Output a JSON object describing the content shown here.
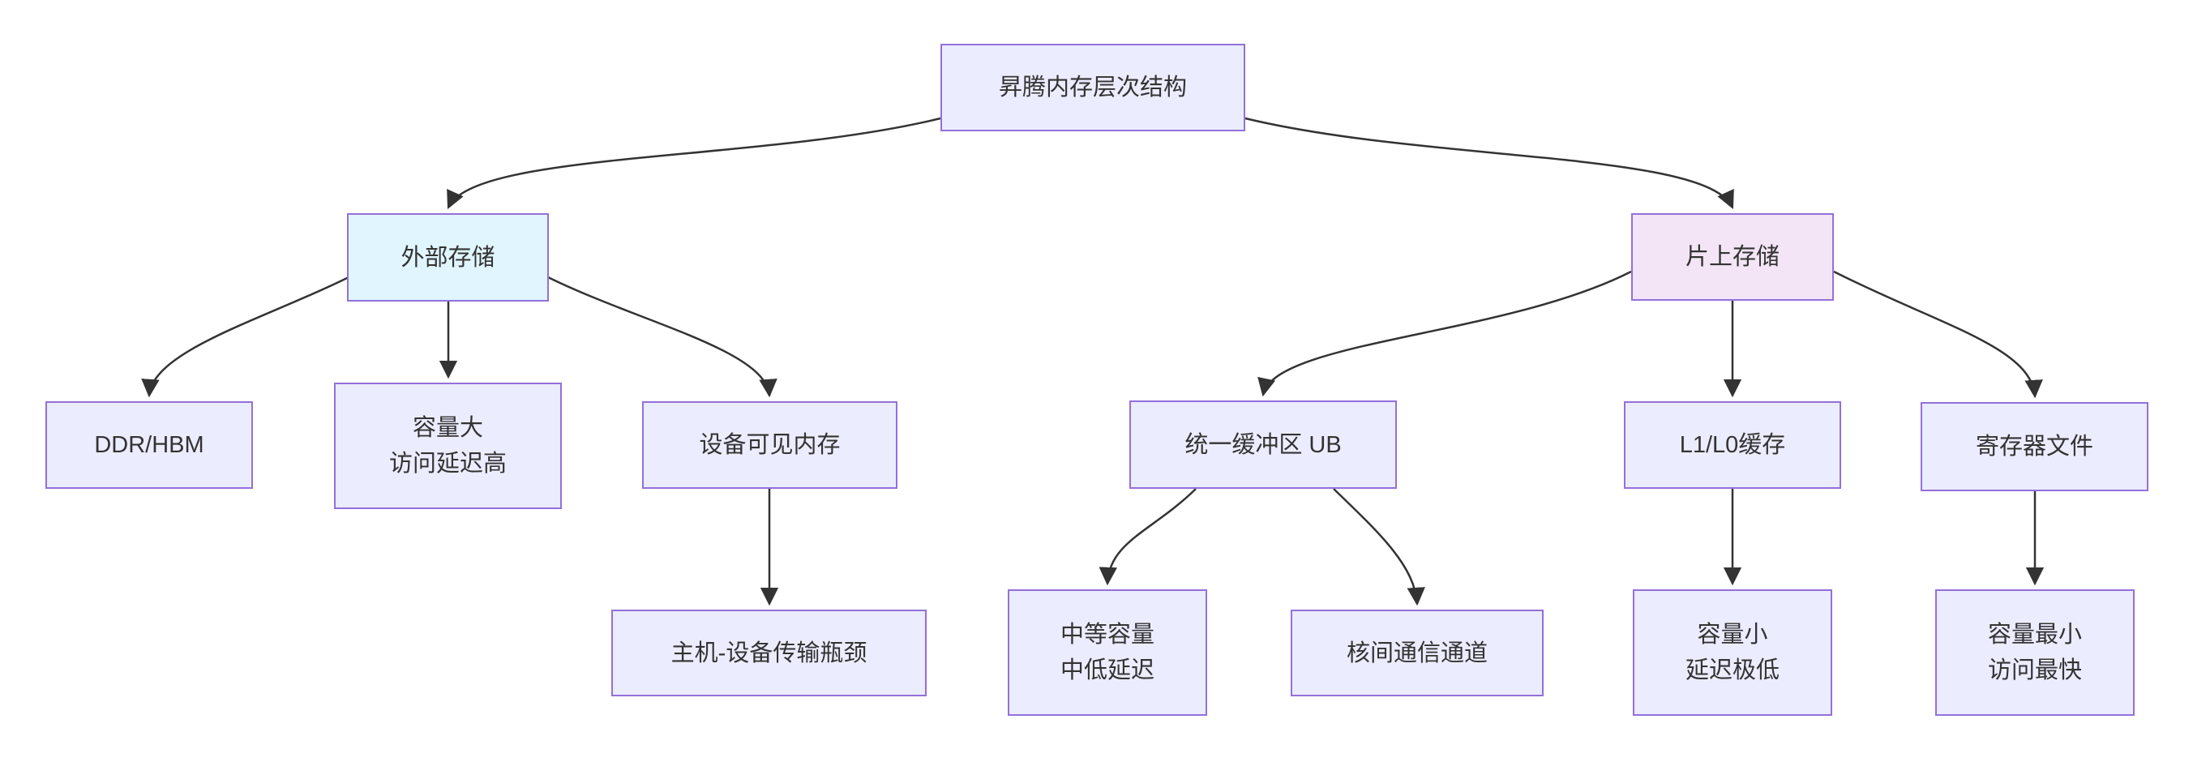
{
  "diagram": {
    "type": "flowchart-top-down",
    "title": "昇腾内存层次结构"
  },
  "nodes": {
    "root": {
      "label": "昇腾内存层次结构"
    },
    "external": {
      "label": "外部存储"
    },
    "onchip": {
      "label": "片上存储"
    },
    "ddr": {
      "label": "DDR/HBM"
    },
    "cap_large": {
      "line1": "容量大",
      "line2": "访问延迟高"
    },
    "device_mem": {
      "label": "设备可见内存"
    },
    "bottleneck": {
      "label": "主机-设备传输瓶颈"
    },
    "ub": {
      "label": "统一缓冲区 UB"
    },
    "mid_cap": {
      "line1": "中等容量",
      "line2": "中低延迟"
    },
    "inter_core": {
      "label": "核间通信通道"
    },
    "l1l0": {
      "label": "L1/L0缓存"
    },
    "regfile": {
      "label": "寄存器文件"
    },
    "cap_small": {
      "line1": "容量小",
      "line2": "延迟极低"
    },
    "cap_min": {
      "line1": "容量最小",
      "line2": "访问最快"
    }
  },
  "edges": [
    {
      "from": "root",
      "to": "external"
    },
    {
      "from": "root",
      "to": "onchip"
    },
    {
      "from": "external",
      "to": "ddr"
    },
    {
      "from": "external",
      "to": "cap_large"
    },
    {
      "from": "external",
      "to": "device_mem"
    },
    {
      "from": "device_mem",
      "to": "bottleneck"
    },
    {
      "from": "onchip",
      "to": "ub"
    },
    {
      "from": "onchip",
      "to": "l1l0"
    },
    {
      "from": "onchip",
      "to": "regfile"
    },
    {
      "from": "ub",
      "to": "mid_cap"
    },
    {
      "from": "ub",
      "to": "inter_core"
    },
    {
      "from": "l1l0",
      "to": "cap_small"
    },
    {
      "from": "regfile",
      "to": "cap_min"
    }
  ],
  "colors": {
    "node_fill": "#ECECFF",
    "node_border": "#9370DB",
    "external_fill": "#E1F5FE",
    "onchip_fill": "#F3E5F5",
    "edge": "#333333",
    "text": "#333333",
    "background": "#FFFFFF"
  }
}
